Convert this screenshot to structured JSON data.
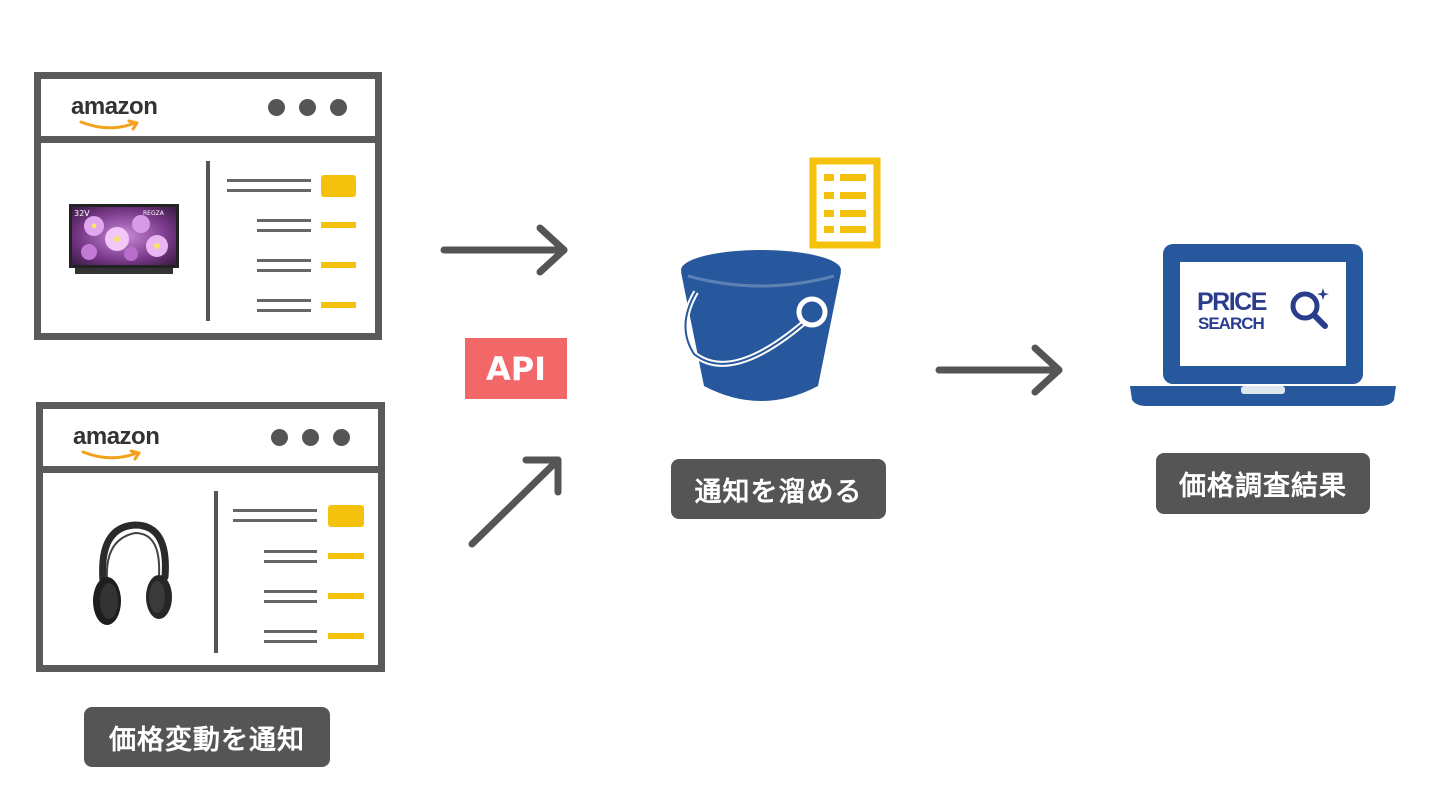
{
  "browser_top": {
    "logo": "amazon",
    "product": "tv-image",
    "tv_label_left": "32V",
    "tv_label_right": "REGZA"
  },
  "browser_bottom": {
    "logo": "amazon",
    "product": "headphones-image"
  },
  "api_badge": "API",
  "labels": {
    "notify": "価格変動を通知",
    "store": "通知を溜める",
    "result": "価格調査結果"
  },
  "price_search": {
    "line1": "PRICE",
    "line2": "SEARCH"
  },
  "colors": {
    "window_border": "#5a5a5a",
    "accent_yellow": "#f4c20d",
    "bucket_blue": "#27579c",
    "api_red": "#f26868",
    "label_bg": "#555555"
  }
}
